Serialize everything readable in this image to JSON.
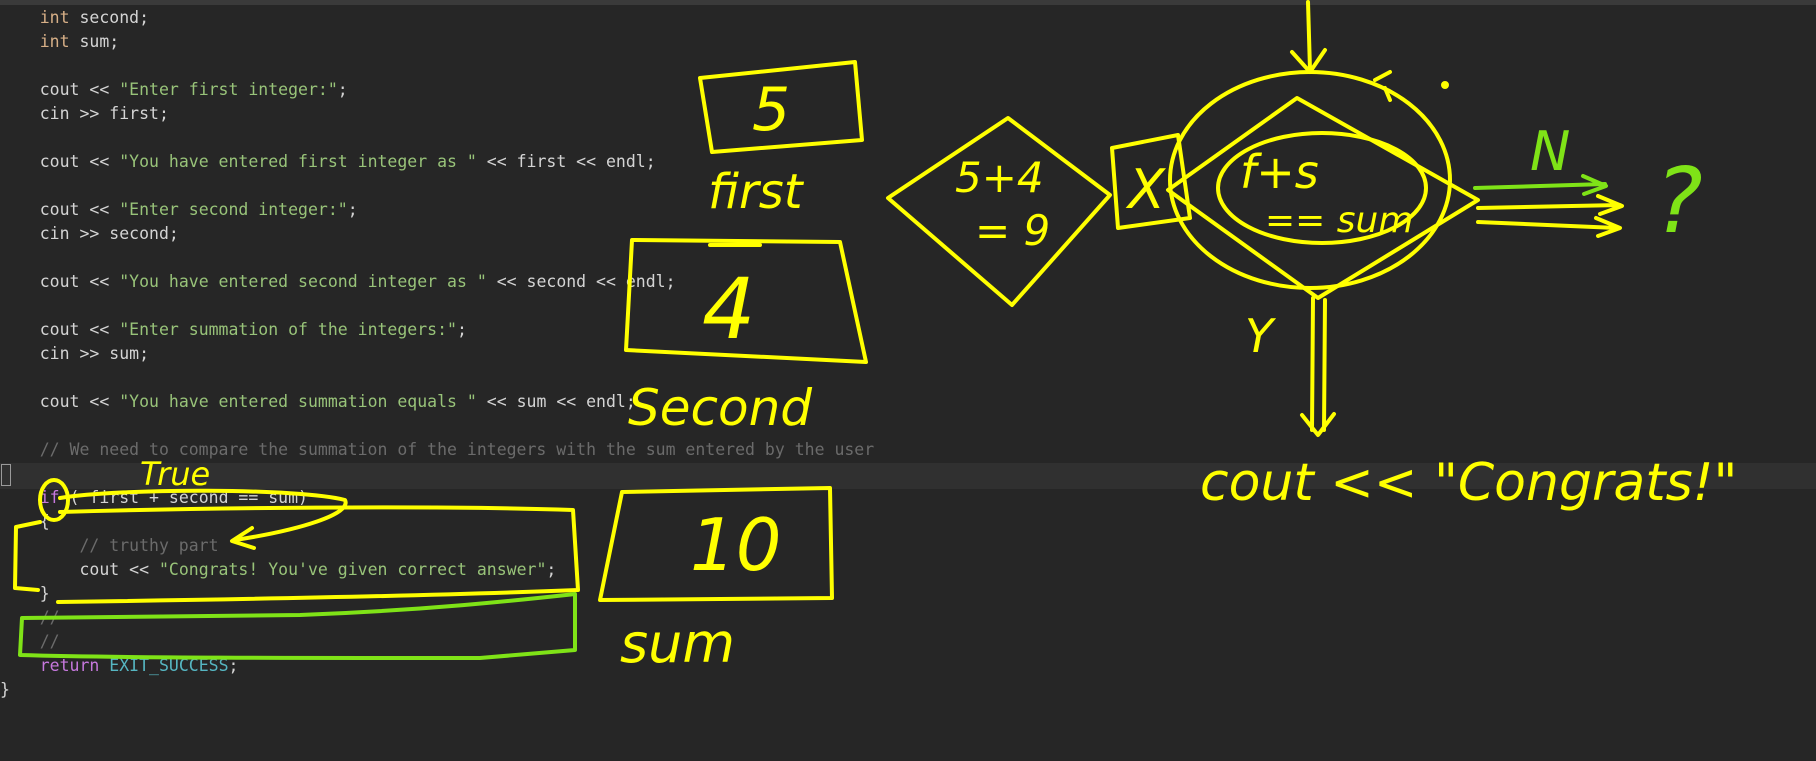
{
  "editor": {
    "code_lines": [
      [
        {
          "t": "    ",
          "c": "plain"
        },
        {
          "t": "int",
          "c": "kw-type"
        },
        {
          "t": " second;",
          "c": "plain"
        }
      ],
      [
        {
          "t": "    ",
          "c": "plain"
        },
        {
          "t": "int",
          "c": "kw-type"
        },
        {
          "t": " sum;",
          "c": "plain"
        }
      ],
      [],
      [
        {
          "t": "    cout << ",
          "c": "plain"
        },
        {
          "t": "\"Enter first integer:\"",
          "c": "str"
        },
        {
          "t": ";",
          "c": "plain"
        }
      ],
      [
        {
          "t": "    cin >> first;",
          "c": "plain"
        }
      ],
      [],
      [
        {
          "t": "    cout << ",
          "c": "plain"
        },
        {
          "t": "\"You have entered first integer as \"",
          "c": "str"
        },
        {
          "t": " << first << endl;",
          "c": "plain"
        }
      ],
      [],
      [
        {
          "t": "    cout << ",
          "c": "plain"
        },
        {
          "t": "\"Enter second integer:\"",
          "c": "str"
        },
        {
          "t": ";",
          "c": "plain"
        }
      ],
      [
        {
          "t": "    cin >> second;",
          "c": "plain"
        }
      ],
      [],
      [
        {
          "t": "    cout << ",
          "c": "plain"
        },
        {
          "t": "\"You have entered second integer as \"",
          "c": "str"
        },
        {
          "t": " << second << endl;",
          "c": "plain"
        }
      ],
      [],
      [
        {
          "t": "    cout << ",
          "c": "plain"
        },
        {
          "t": "\"Enter summation of the integers:\"",
          "c": "str"
        },
        {
          "t": ";",
          "c": "plain"
        }
      ],
      [
        {
          "t": "    cin >> sum;",
          "c": "plain"
        }
      ],
      [],
      [
        {
          "t": "    cout << ",
          "c": "plain"
        },
        {
          "t": "\"You have entered summation equals \"",
          "c": "str"
        },
        {
          "t": " << sum << endl;",
          "c": "plain"
        }
      ],
      [],
      [
        {
          "t": "    // We need to compare the summation of the integers with the sum entered by the user",
          "c": "cmt"
        }
      ],
      [],
      [
        {
          "t": "    ",
          "c": "plain"
        },
        {
          "t": "if",
          "c": "kw-ctrl"
        },
        {
          "t": " ( first + second == sum)",
          "c": "plain"
        }
      ],
      [
        {
          "t": "    {",
          "c": "plain"
        }
      ],
      [
        {
          "t": "        // truthy part",
          "c": "cmt"
        }
      ],
      [
        {
          "t": "        cout << ",
          "c": "plain"
        },
        {
          "t": "\"Congrats! You've given correct answer\"",
          "c": "str"
        },
        {
          "t": ";",
          "c": "plain"
        }
      ],
      [
        {
          "t": "    }",
          "c": "plain"
        }
      ],
      [
        {
          "t": "    //",
          "c": "cmt"
        }
      ],
      [
        {
          "t": "    //",
          "c": "cmt"
        }
      ],
      [
        {
          "t": "    ",
          "c": "plain"
        },
        {
          "t": "return",
          "c": "kw-ctrl"
        },
        {
          "t": " ",
          "c": "plain"
        },
        {
          "t": "EXIT_SUCCESS",
          "c": "const"
        },
        {
          "t": ";",
          "c": "plain"
        }
      ],
      [
        {
          "t": "}",
          "c": "plain"
        }
      ]
    ]
  },
  "annotations": {
    "true_label": "True",
    "first_box_value": "5",
    "first_label": "first",
    "second_box_value": "4",
    "second_label": "Second",
    "sum_box_value": "10",
    "sum_label": "sum",
    "diamond_left_line1": "5+4",
    "diamond_left_line2": "= 9",
    "cross_mark": "X",
    "diamond_right_line1": "f+s",
    "diamond_right_line2": "== sum",
    "yes_label": "Y",
    "no_label": "N",
    "question_mark": "?",
    "output_text": "cout << \"Congrats!\"",
    "ink_yellow": "#ffff00",
    "ink_green": "#7fe317"
  }
}
